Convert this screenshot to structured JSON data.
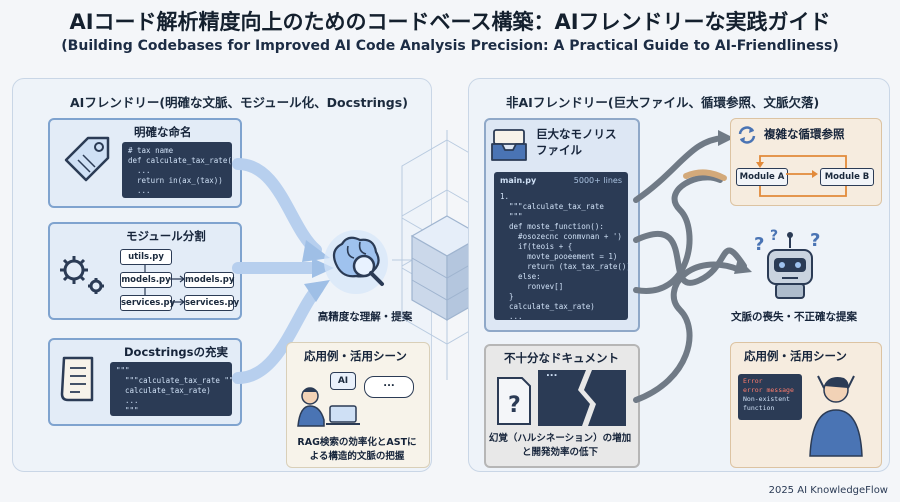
{
  "title": "AIコード解析精度向上のためのコードベース構築：AIフレンドリーな実践ガイド",
  "subtitle": "(Building Codebases for Improved AI Code Analysis Precision: A Practical Guide to AI-Friendliness)",
  "left": {
    "heading": "AIフレンドリー(明確な文脈、モジュール化、Docstrings)",
    "naming": {
      "title": "明確な命名",
      "code": [
        "# tax name",
        "def calculate_tax_rate():",
        "  ...",
        "  return in(ax_(tax))",
        "  ..."
      ]
    },
    "modules": {
      "title": "モジュール分割",
      "files": [
        "utils.py",
        "models.py",
        "models.py",
        "services.py",
        "services.py"
      ]
    },
    "docstrings": {
      "title": "Docstringsの充実",
      "code": [
        "\"\"\"",
        "  \"\"\"calculate_tax_rate \"\";",
        "  calculate_tax_rate)",
        "  ...",
        "  \"\"\""
      ]
    },
    "result": "高精度な理解・提案",
    "usecase": {
      "title": "応用例・活用シーン",
      "bubble_ai": "AI",
      "bubble_dots": "...",
      "caption": [
        "RAG検索の効率化とASTに",
        "よる構造的文脈の把握"
      ]
    }
  },
  "right": {
    "heading": "非AIフレンドリー(巨大ファイル、循環参照、文脈欠落)",
    "monolith": {
      "title": [
        "巨大なモノリス",
        "ファイル"
      ],
      "filename": "main.py",
      "lines": "5000+ lines",
      "code": [
        "1.",
        "  \"\"\"calculate_tax_rate",
        "  \"\"\"",
        "  def moste_function():",
        "    #osozecnc conmvnan + ')",
        "    if(teois + {",
        "      movte_pooeement = 1)",
        "      return (tax_tax_rate())",
        "    else:",
        "      ronvev[]",
        "  }",
        "  calculate_tax_rate)",
        "  ..."
      ]
    },
    "circular": {
      "title": "複雑な循環参照",
      "module_a": "Module A",
      "module_b": "Module B"
    },
    "docs": {
      "title": "不十分なドキュメント",
      "dots": "...",
      "caption": [
        "幻覚（ハルシネーション）の増加",
        "と開発効率の低下"
      ]
    },
    "context_loss": "文脈の喪失・不正確な提案",
    "usecase": {
      "title": "応用例・活用シーン",
      "error_lines": [
        "Error",
        "error message",
        "Non-existent",
        "function"
      ]
    }
  },
  "footer": "2025 AI KnowledgeFlow",
  "colors": {
    "accent_blue": "#7fa3cf",
    "code_bg": "#2b3b55",
    "error_red": "#e25b4b",
    "orange": "#e28a3a"
  }
}
